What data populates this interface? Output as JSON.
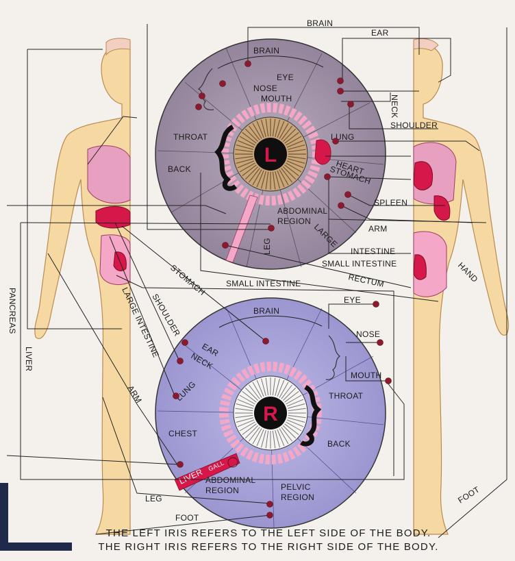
{
  "colors": {
    "background": "#f4f1ec",
    "skin": "#f6d9a2",
    "skin_outline": "#b98a4f",
    "organ_pink": "#f4a7c6",
    "organ_red": "#d6174a",
    "left_iris": "#a392a8",
    "right_iris": "#a8a3d6",
    "pupil_letter": "#d6174a",
    "dot": "#8b1a2e",
    "corner": "#1f2a4a"
  },
  "irises": {
    "left": {
      "letter": "L",
      "zones": {
        "brain": "BRAIN",
        "eye": "EYE",
        "nose": "NOSE",
        "mouth": "MOUTH",
        "throat": "THROAT",
        "back": "BACK",
        "lung": "LUNG",
        "heart": "HEART",
        "stomach": "STOMACH",
        "spleen": "SPLEEN",
        "abdominal": "ABDOMINAL",
        "region": "REGION",
        "leg": "LEG",
        "large": "LARGE",
        "arm": "ARM"
      }
    },
    "right": {
      "letter": "R",
      "zones": {
        "brain": "BRAIN",
        "eye": "EYE",
        "nose": "NOSE",
        "mouth": "MOUTH",
        "throat": "THROAT",
        "back": "BACK",
        "chest": "CHEST",
        "lung": "LUNG",
        "ear": "EAR",
        "neck": "NECK",
        "liver": "LIVER",
        "gall": "GALL",
        "abdominal": "ABDOMINAL",
        "region": "REGION",
        "pelvic": "PELVIC",
        "pelvic_region": "REGION"
      }
    }
  },
  "body_labels": {
    "top_brain": "BRAIN",
    "ear": "EAR",
    "neck": "NECK",
    "shoulder": "SHOULDER",
    "intestine": "INTESTINE",
    "small_intestine_right": "SMALL INTESTINE",
    "rectum": "RECTUM",
    "hand": "HAND",
    "small_intestine_mid": "SMALL INTESTINE",
    "stomach": "STOMACH",
    "shoulder_diag": "SHOULDER",
    "large_intestine": "LARGE INTESTINE",
    "pancreas": "PANCREAS",
    "liver": "LIVER",
    "arm": "ARM",
    "leg": "LEG",
    "foot_left": "FOOT",
    "foot_right": "FOOT"
  },
  "caption": {
    "line1": "THE LEFT IRIS REFERS TO THE LEFT SIDE OF THE BODY.",
    "line2": "THE RIGHT IRIS REFERS TO THE RIGHT SIDE OF THE BODY."
  }
}
